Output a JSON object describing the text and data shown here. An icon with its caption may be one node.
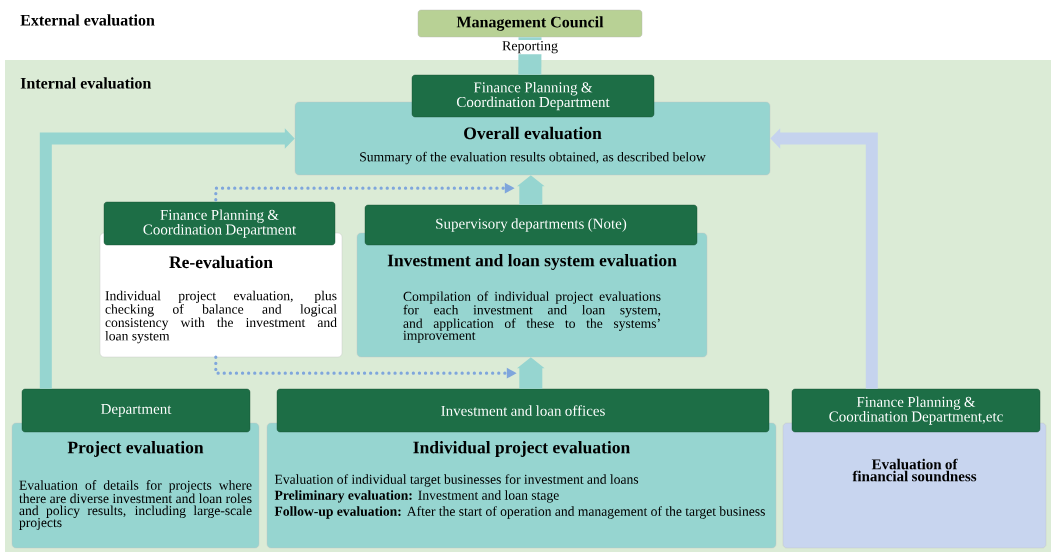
{
  "diagram": {
    "nodes": [
      {
        "text": [
          "Internal evaluation"
        ]
      },
      {
        "text": [
          "Management Council"
        ]
      },
      {
        "text": [
          "Finance Planning & Coordination Department",
          "Overall evaluation",
          "Summary of the evaluation results obtained, as described below"
        ],
        "in": 0
      },
      {
        "text": [
          "Finance Planning & Coordination Department",
          "Re-evaluation",
          "Individual project evaluation, plus checking of balance and logical consistency with the investment and loan system"
        ],
        "in": 0
      },
      {
        "text": [
          "Supervisory departments (Note)",
          "Investment and loan system evaluation",
          "Compilation of individual project evaluations for each investment and loan system, and application of these to the systems’ improvement"
        ],
        "in": 0
      },
      {
        "text": [
          "Department",
          "Project evaluation",
          "Evaluation of details for projects where there are diverse investment and loan roles and policy results, including large-scale projects"
        ],
        "in": 0
      },
      {
        "text": [
          "Investment and loan offices",
          "Individual project evaluation",
          "Evaluation of individual target businesses for investment and loans",
          "**Preliminary evaluation:** Investment and loan stage",
          "**Follow-up evaluation:** After the start of operation and management of the target business"
        ],
        "in": 0
      },
      {
        "text": [
          "Finance Planning & Coordination Department,etc",
          "Evaluation of financial soundness"
        ],
        "in": 0
      }
    ],
    "edges": [
      {
        "from": 2,
        "to": 1,
        "arrow": "none",
        "label": "Reporting",
        "style": "thick"
      },
      {
        "from": 5,
        "to": 2,
        "arrow": "to"
      },
      {
        "from": 7,
        "to": 2,
        "arrow": "to",
        "color": "#c5d3ee"
      },
      {
        "from": 6,
        "to": 4,
        "arrow": "to",
        "style": "thick"
      },
      {
        "from": 4,
        "to": 2,
        "arrow": "to",
        "style": "thick"
      },
      {
        "from": 3,
        "to": 2,
        "arrow": "to",
        "style": "dashed",
        "color": "#7fa6dc"
      },
      {
        "from": 3,
        "to": 4,
        "arrow": "to",
        "style": "dashed",
        "color": "#7fa6dc"
      }
    ],
    "labels": [
      "External evaluation"
    ]
  }
}
